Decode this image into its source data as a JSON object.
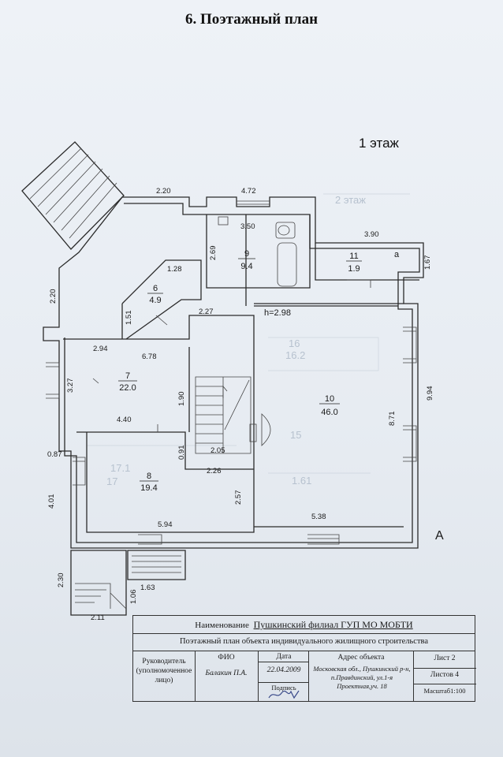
{
  "document": {
    "section_title": "6. Поэтажный план",
    "floor_label": "1 этаж",
    "section_mark": "А",
    "ghost_labels": [
      "2 этаж",
      "16",
      "16.2",
      "15",
      "17.1",
      "17",
      "1.61"
    ]
  },
  "rooms": [
    {
      "number": "6",
      "area": "4.9"
    },
    {
      "number": "7",
      "area": "22.0"
    },
    {
      "number": "8",
      "area": "19.4"
    },
    {
      "number": "9",
      "area": "9.4"
    },
    {
      "number": "10",
      "area": "46.0"
    },
    {
      "number": "11",
      "area": "1.9"
    }
  ],
  "room_11_mark": "а",
  "ceiling_height": "h=2.98",
  "dimensions": {
    "top_left": "2.20",
    "top_mid": "4.72",
    "bath": "3.50",
    "bath_height": "2.69",
    "right_top": "3.90",
    "right_small": "1.67",
    "left_upper": "2.20",
    "room6_top": "1.28",
    "room6_side": "1.51",
    "hall_top": "2.27",
    "room7_top_left": "2.94",
    "room7_top": "6.78",
    "room7_side": "3.27",
    "room7_bottom": "4.40",
    "stair_side": "1.90",
    "right_wall": "9.94",
    "room10_side": "8.71",
    "stair_bottom": "2.05",
    "stair_small": "0.91",
    "hall_bottom": "2.26",
    "left_small": "0.87",
    "room8_side": "4.01",
    "room8_right": "2.57",
    "room8_bottom": "5.94",
    "room10_bottom": "5.38",
    "porch_side": "2.30",
    "porch_top": "1.63",
    "porch_small": "1.06",
    "porch_bottom": "2.11"
  },
  "stamp": {
    "name_label": "Наименование",
    "organization": "Пушкинский филиал ГУП МО МОБТИ",
    "plan_title": "Поэтажный план объекта индивидуального жилищного строительства",
    "head_label": "Руководитель (уполномоченное лицо)",
    "fio_label": "ФИО",
    "fio_value": "Балакин П.А.",
    "date_label": "Дата",
    "date_value": "22.04.2009",
    "signature_label": "Подпись",
    "address_label": "Адрес объекта",
    "address_value": "Московская обл., Пушкинский р-н, п.Правдинский, ул.1-я Проектная,уч. 18",
    "sheet": "Лист 2",
    "sheets_total": "Листов 4",
    "scale": "Масштаб1:100"
  }
}
